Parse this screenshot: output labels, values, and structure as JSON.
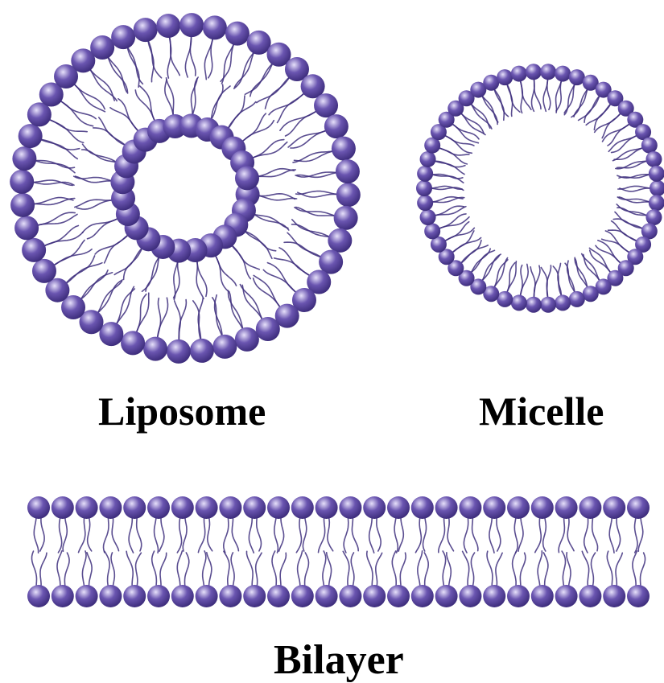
{
  "labels": {
    "liposome": "Liposome",
    "micelle": "Micelle",
    "bilayer": "Bilayer"
  },
  "colors": {
    "head_dark": "#3a2a78",
    "head_mid": "#6a55b0",
    "head_light": "#e6e0fa",
    "tail": "#3d2e7c",
    "label": "#000000",
    "background": "#ffffff"
  },
  "structures": {
    "liposome": {
      "outer_head_count": 44,
      "inner_head_count": 24
    },
    "micelle": {
      "head_count": 50
    },
    "bilayer": {
      "heads_per_leaflet": 26
    }
  }
}
